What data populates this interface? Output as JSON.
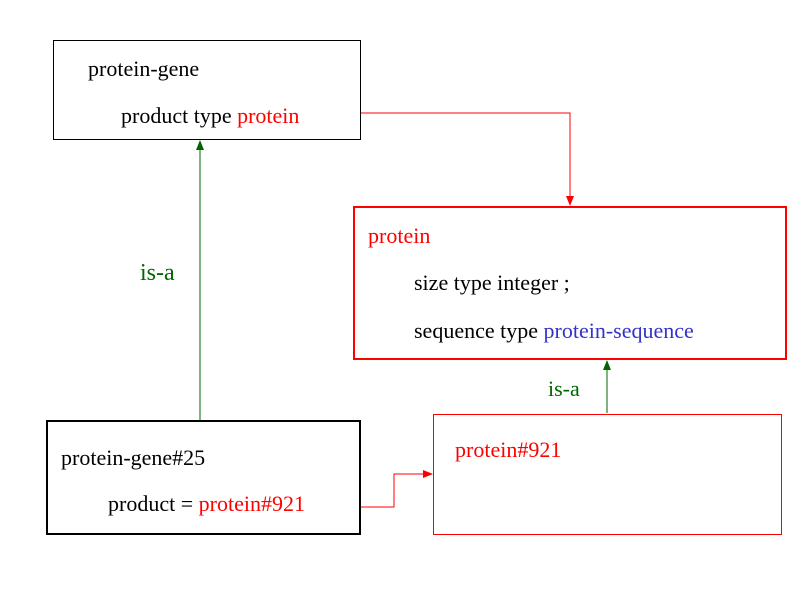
{
  "colors": {
    "text": "#000000",
    "reference": "#ff0000",
    "type_ref": "#3333cc",
    "is_a": "#006600"
  },
  "nodes": {
    "protein_gene_class": {
      "title": "protein-gene",
      "slot_name": "product type ",
      "slot_type": "protein"
    },
    "protein_class": {
      "title": "protein",
      "slot1": "size type integer ;",
      "slot2_name": "sequence type ",
      "slot2_type": "protein-sequence"
    },
    "protein_gene_instance": {
      "title": "protein-gene#25",
      "slot_name": "product = ",
      "slot_value": "protein#921"
    },
    "protein_instance": {
      "title": "protein#921"
    }
  },
  "edges": {
    "isa_left": {
      "label": "is-a",
      "from": "protein-gene#25",
      "to": "protein-gene"
    },
    "isa_right": {
      "label": "is-a",
      "from": "protein#921",
      "to": "protein"
    },
    "type_ref": {
      "from": "protein-gene.product",
      "to": "protein"
    },
    "value_ref": {
      "from": "protein-gene#25.product",
      "to": "protein#921"
    }
  }
}
